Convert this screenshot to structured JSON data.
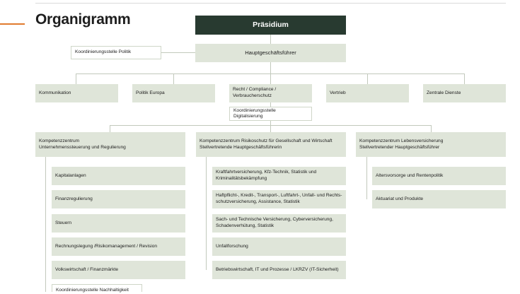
{
  "page": {
    "title": "Organigramm"
  },
  "top": {
    "praesidium": "Präsidium",
    "hgf": "Hauptgeschäftsführer",
    "koord_politik": "Koordinierungsstelle Politik"
  },
  "departments": [
    "Kommunikation",
    "Politik Europa",
    "Recht / Compliance / Verbraucherschutz",
    "Vertrieb",
    "Zentrale Dienste"
  ],
  "koord_digital": [
    "Koordinierungsstelle",
    "Digitalisierung"
  ],
  "kompetenzzentren": [
    {
      "title": "Kompetenzzentrum",
      "subtitle": "Unternehmenssteuerung und Regulierung",
      "units": [
        [
          "Kapitalanlagen"
        ],
        [
          "Finanzregulierung"
        ],
        [
          "Steuern"
        ],
        [
          "Rechnungslegung /Risikomanagement / Revision"
        ],
        [
          "Volkswirtschaft / Finanzmärkte"
        ],
        [
          "Koordinierungsstelle Nachhaltigkeit"
        ]
      ]
    },
    {
      "title": "Kompetenzzentrum Risikoschutz für Gesellschaft und Wirtschaft",
      "subtitle": "Stellvertretende Hauptgeschäftsführerin",
      "units": [
        [
          "Kraftfahrtversicherung, Kfz-Technik, Statistik und",
          "Kriminalitätsbekämpfung"
        ],
        [
          "Haftpflicht-, Kredit-, Transport-, Luftfahrt-, Unfall- und Rechts-",
          "schutzversicherung, Assistance, Statistik"
        ],
        [
          "Sach- und Technische Versicherung, Cyberversicherung,",
          "Schadenverhütung, Statistik"
        ],
        [
          "Unfallforschung"
        ],
        [
          "Betriebswirtschaft, IT und Prozesse / LKRZV (IT-Sicherheit)"
        ]
      ]
    },
    {
      "title": "Kompetenzzentrum Lebensversicherung",
      "subtitle": "Stellvertretender Hauptgeschäftsführer",
      "units": [
        [
          "Altersvorsorge und Rentenpolitik"
        ],
        [
          "Aktuariat und Produkte"
        ]
      ]
    }
  ]
}
